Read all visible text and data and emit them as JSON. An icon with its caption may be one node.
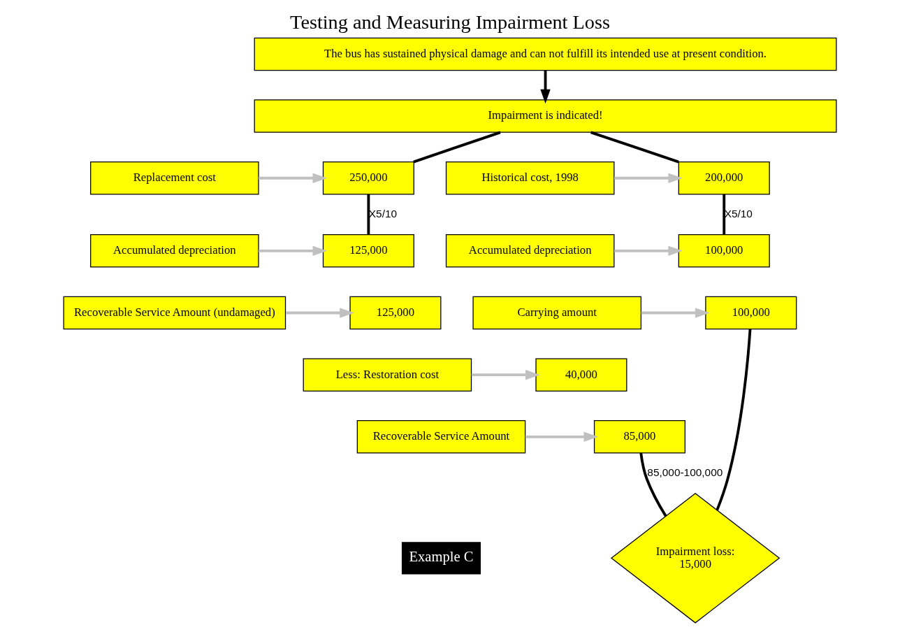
{
  "diagram": {
    "title": "Testing and Measuring Impairment Loss",
    "nodes": [
      {
        "text": [
          "The bus has sustained physical damage and can not fulfill its intended use at present condition."
        ]
      },
      {
        "text": [
          "Impairment is indicated!"
        ]
      },
      {
        "text": [
          "Replacement cost"
        ]
      },
      {
        "text": [
          "250,000"
        ]
      },
      {
        "text": [
          "Accumulated depreciation"
        ]
      },
      {
        "text": [
          "125,000"
        ]
      },
      {
        "text": [
          "Recoverable Service Amount (undamaged)"
        ]
      },
      {
        "text": [
          "125,000"
        ]
      },
      {
        "text": [
          "Less: Restoration cost"
        ]
      },
      {
        "text": [
          "40,000"
        ]
      },
      {
        "text": [
          "Recoverable Service Amount"
        ]
      },
      {
        "text": [
          "85,000"
        ]
      },
      {
        "text": [
          "Historical cost, 1998"
        ]
      },
      {
        "text": [
          "200,000"
        ]
      },
      {
        "text": [
          "Accumulated depreciation"
        ]
      },
      {
        "text": [
          "100,000"
        ]
      },
      {
        "text": [
          "Carrying amount"
        ]
      },
      {
        "text": [
          "100,000"
        ]
      },
      {
        "text": [
          "Impairment loss:",
          "15,000"
        ]
      }
    ],
    "edges": [
      {
        "from": 0,
        "to": 1,
        "arrow": "to",
        "color": "#000000"
      },
      {
        "from": 1,
        "to": 3,
        "arrow": "none",
        "color": "#000000"
      },
      {
        "from": 1,
        "to": 13,
        "arrow": "none",
        "color": "#000000"
      },
      {
        "from": 2,
        "to": 3,
        "arrow": "to"
      },
      {
        "from": 4,
        "to": 5,
        "arrow": "to"
      },
      {
        "from": 6,
        "to": 7,
        "arrow": "to"
      },
      {
        "from": 8,
        "to": 9,
        "arrow": "to"
      },
      {
        "from": 10,
        "to": 11,
        "arrow": "to"
      },
      {
        "from": 12,
        "to": 13,
        "arrow": "to"
      },
      {
        "from": 14,
        "to": 15,
        "arrow": "to"
      },
      {
        "from": 16,
        "to": 17,
        "arrow": "to"
      },
      {
        "from": 3,
        "to": 5,
        "arrow": "none",
        "label": "X5/10",
        "color": "#000000"
      },
      {
        "from": 13,
        "to": 15,
        "arrow": "none",
        "label": "X5/10",
        "color": "#000000"
      },
      {
        "from": 11,
        "to": 18,
        "arrow": "none",
        "label": "85,000-100,000",
        "color": "#000000"
      },
      {
        "from": 17,
        "to": 18,
        "arrow": "none",
        "color": "#000000"
      }
    ],
    "labels": [
      "Example C"
    ]
  }
}
